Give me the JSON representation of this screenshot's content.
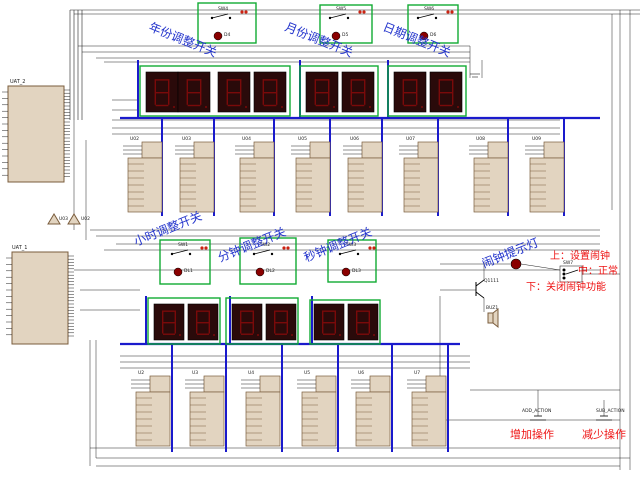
{
  "colors": {
    "wire": "#222222",
    "bus": "#1a1acc",
    "chip_fill": "#e2d4c0",
    "chip_stroke": "#7a5c3c",
    "frame": "#11aa33",
    "led_off": "#7a0a0a",
    "led_bg": "#2a0a0a",
    "note_blue": "#2233cc",
    "note_red": "#ee1111",
    "lamp": "#8a0000"
  },
  "mcus": [
    {
      "ref": "UAT_2"
    },
    {
      "ref": "UAT_1"
    }
  ],
  "top_labels": {
    "year": "年份调整开关",
    "month": "月份调整开关",
    "day": "日期调整开关"
  },
  "mid_labels": {
    "hour": "小时调整开关",
    "minute": "分钟调整开关",
    "second": "秒钟调整开关",
    "alarm_lamp": "闹钟提示灯"
  },
  "switches_top": [
    {
      "ref": "SW4",
      "led": "D4"
    },
    {
      "ref": "SW5",
      "led": "D5"
    },
    {
      "ref": "SW6",
      "led": "D6"
    }
  ],
  "switches_mid": [
    {
      "ref": "SW1",
      "led": "DL1"
    },
    {
      "ref": "SW2",
      "led": "DL2"
    },
    {
      "ref": "SW3",
      "led": "DL3"
    }
  ],
  "top_drivers": [
    "U02",
    "U03",
    "U04",
    "U05",
    "U06",
    "U07",
    "U08",
    "U09"
  ],
  "bottom_drivers": [
    "U2",
    "U3",
    "U4",
    "U5",
    "U6",
    "U7"
  ],
  "buffers": [
    "U03",
    "U02"
  ],
  "notes": {
    "line1": "上：设置闹钟",
    "line2": "中：正常",
    "line3": "下：关闭闹钟功能",
    "add": "增加操作",
    "sub": "减少操作"
  },
  "parts": {
    "alarm_switch": "SW7",
    "transistor": "Q1111",
    "buzzer": "BUZ1",
    "add_button": "ADD_ACTION",
    "sub_button": "SUB_ACTION"
  }
}
